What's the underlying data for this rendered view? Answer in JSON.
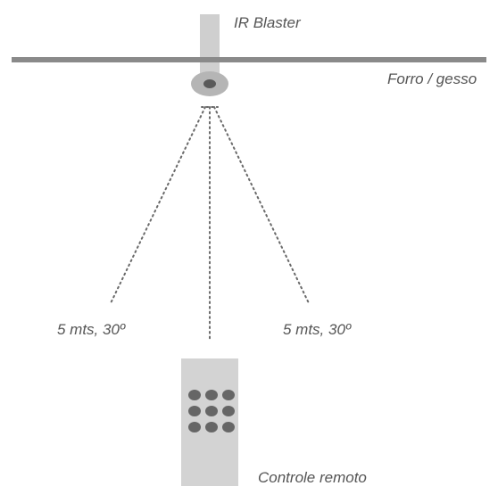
{
  "labels": {
    "ir_blaster": "IR Blaster",
    "ceiling": "Forro / gesso",
    "range_left": "5 mts, 30º",
    "range_right": "5 mts, 30º",
    "remote": "Controle remoto"
  },
  "colors": {
    "ceiling": "#8a8a8a",
    "mount": "#cfcfcf",
    "emitter_ring": "#b5b5b5",
    "emitter_lens": "#5a5a5a",
    "beam": "#6a6a6a",
    "remote_body": "#d3d3d3",
    "remote_button": "#666666",
    "text": "#555555"
  },
  "remote": {
    "button_rows": 3,
    "button_cols": 3
  }
}
